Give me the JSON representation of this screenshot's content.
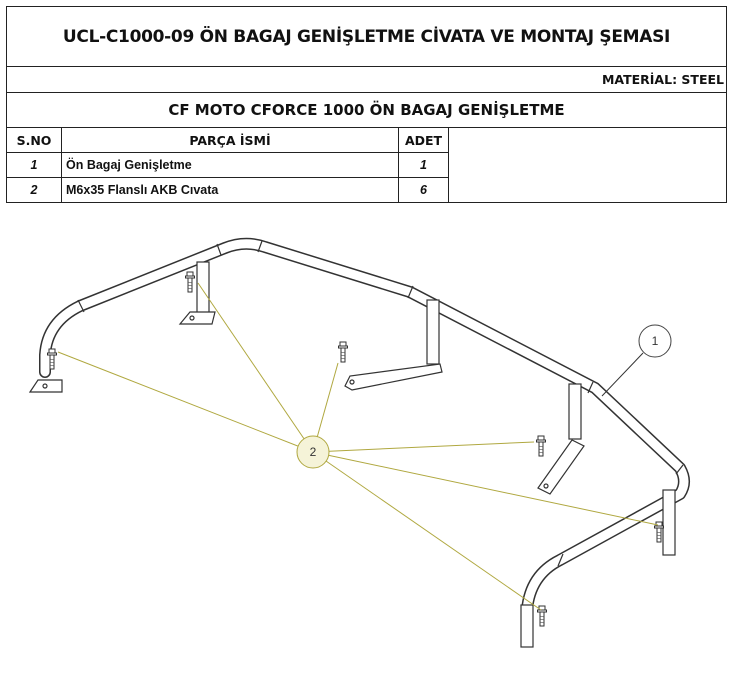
{
  "sheet": {
    "title": "UCL-C1000-09 ÖN BAGAJ GENİŞLETME CİVATA VE MONTAJ ŞEMASI",
    "material": "MATERİAL: STEEL",
    "subtitle": "CF MOTO CFORCE 1000 ÖN BAGAJ GENİŞLETME"
  },
  "table": {
    "headers": {
      "sno": "S.NO",
      "part_name": "PARÇA İSMİ",
      "qty": "ADET"
    },
    "rows": [
      {
        "sno": "1",
        "part_name": "Ön Bagaj Genişletme",
        "qty": "1"
      },
      {
        "sno": "2",
        "part_name": "M6x35 Flanslı AKB Cıvata",
        "qty": "6"
      }
    ]
  },
  "drawing": {
    "callouts": [
      {
        "label": "1"
      },
      {
        "label": "2"
      }
    ],
    "colors": {
      "leader_line": "#b0a840",
      "callout_fill": "#f5f3d8",
      "outline": "#333333"
    }
  }
}
